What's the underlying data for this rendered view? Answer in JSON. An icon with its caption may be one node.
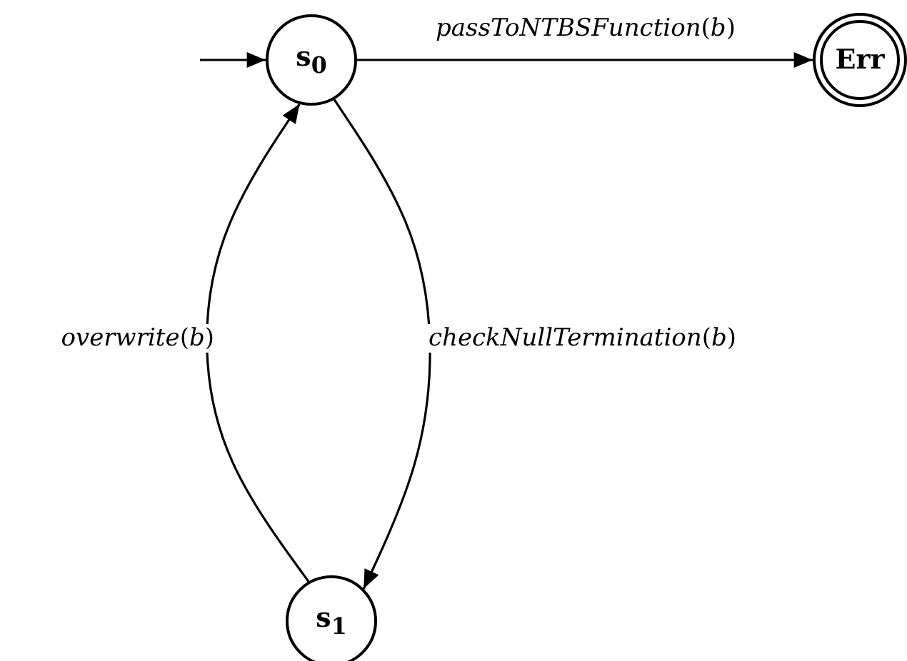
{
  "diagram": {
    "nodes": [
      {
        "text": [
          "s$_{0}$"
        ]
      },
      {
        "text": [
          "Err"
        ]
      },
      {
        "text": [
          "s$_{1}$"
        ]
      }
    ],
    "edges": [
      {
        "from": null,
        "to": 0,
        "arrow": "to"
      },
      {
        "from": 0,
        "to": 1,
        "arrow": "to",
        "label": "*passToNTBSFunction*(*b*)"
      },
      {
        "from": 0,
        "to": 2,
        "arrow": "to",
        "label": "*checkNullTermination*(*b*)"
      },
      {
        "from": 2,
        "to": 0,
        "arrow": "to",
        "label": "*overwrite*(*b*)"
      }
    ]
  }
}
